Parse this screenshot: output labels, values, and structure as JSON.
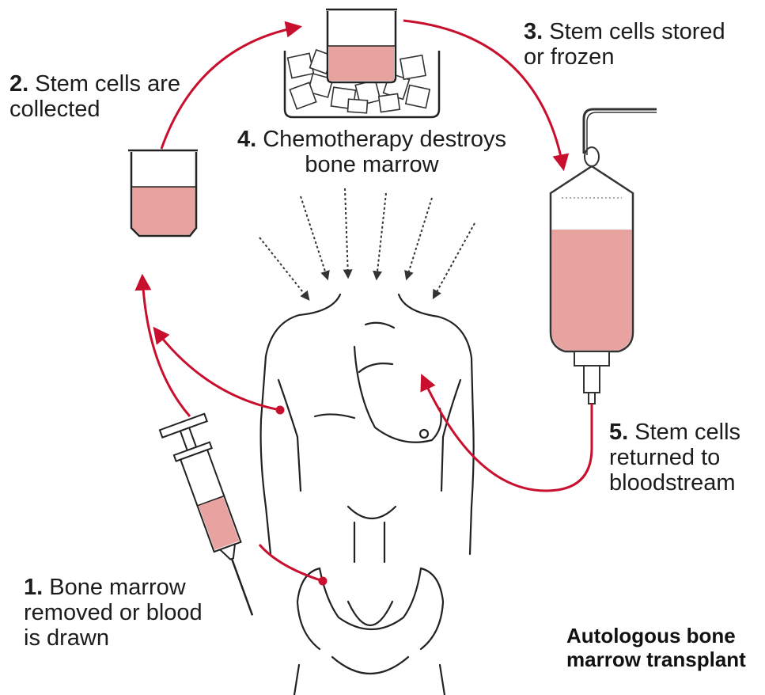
{
  "steps": [
    {
      "number": "1.",
      "text_line1": "Bone marrow",
      "text_line2": "removed or blood",
      "text_line3": "is drawn"
    },
    {
      "number": "2.",
      "text_line1": "Stem cells are",
      "text_line2": "collected"
    },
    {
      "number": "3.",
      "text_line1": "Stem cells stored",
      "text_line2": "or frozen"
    },
    {
      "number": "4.",
      "text_line1": "Chemotherapy destroys",
      "text_line2": "bone marrow"
    },
    {
      "number": "5.",
      "text_line1": "Stem cells",
      "text_line2": "returned to",
      "text_line3": "bloodstream"
    }
  ],
  "caption": {
    "line1": "Autologous bone",
    "line2": "marrow transplant"
  },
  "colors": {
    "arrow": "#c8102e",
    "fluid": "#e8a3a0",
    "outline": "#222222"
  }
}
